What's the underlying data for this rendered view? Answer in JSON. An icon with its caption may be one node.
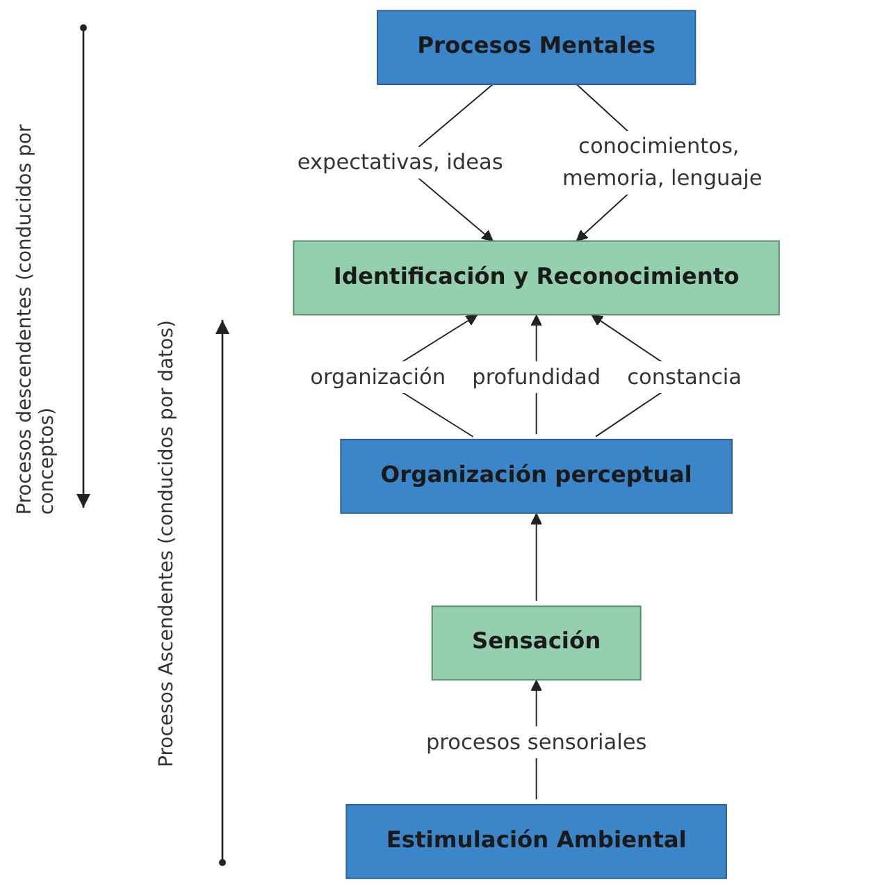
{
  "diagram": {
    "nodes": [
      {
        "text": [
          "Procesos Mentales"
        ]
      },
      {
        "text": [
          "Identificación y Reconocimiento"
        ]
      },
      {
        "text": [
          "Organización perceptual"
        ]
      },
      {
        "text": [
          "Sensación"
        ]
      },
      {
        "text": [
          "Estimulación Ambiental"
        ]
      }
    ],
    "edges": [
      {
        "from": 0,
        "to": 1,
        "arrow": "to",
        "label": "expectativas, ideas"
      },
      {
        "from": 0,
        "to": 1,
        "arrow": "to",
        "label": "conocimientos, memoria, lenguaje"
      },
      {
        "from": 2,
        "to": 1,
        "arrow": "to",
        "label": "organización"
      },
      {
        "from": 2,
        "to": 1,
        "arrow": "to",
        "label": "profundidad"
      },
      {
        "from": 2,
        "to": 1,
        "arrow": "to",
        "label": "constancia"
      },
      {
        "from": 3,
        "to": 2,
        "arrow": "to"
      },
      {
        "from": 4,
        "to": 3,
        "arrow": "to",
        "label": "procesos sensoriales"
      }
    ],
    "labels": [
      "Procesos descendentes (conducidos por conceptos)",
      "Procesos Ascendentes (conducidos por datos)"
    ]
  }
}
